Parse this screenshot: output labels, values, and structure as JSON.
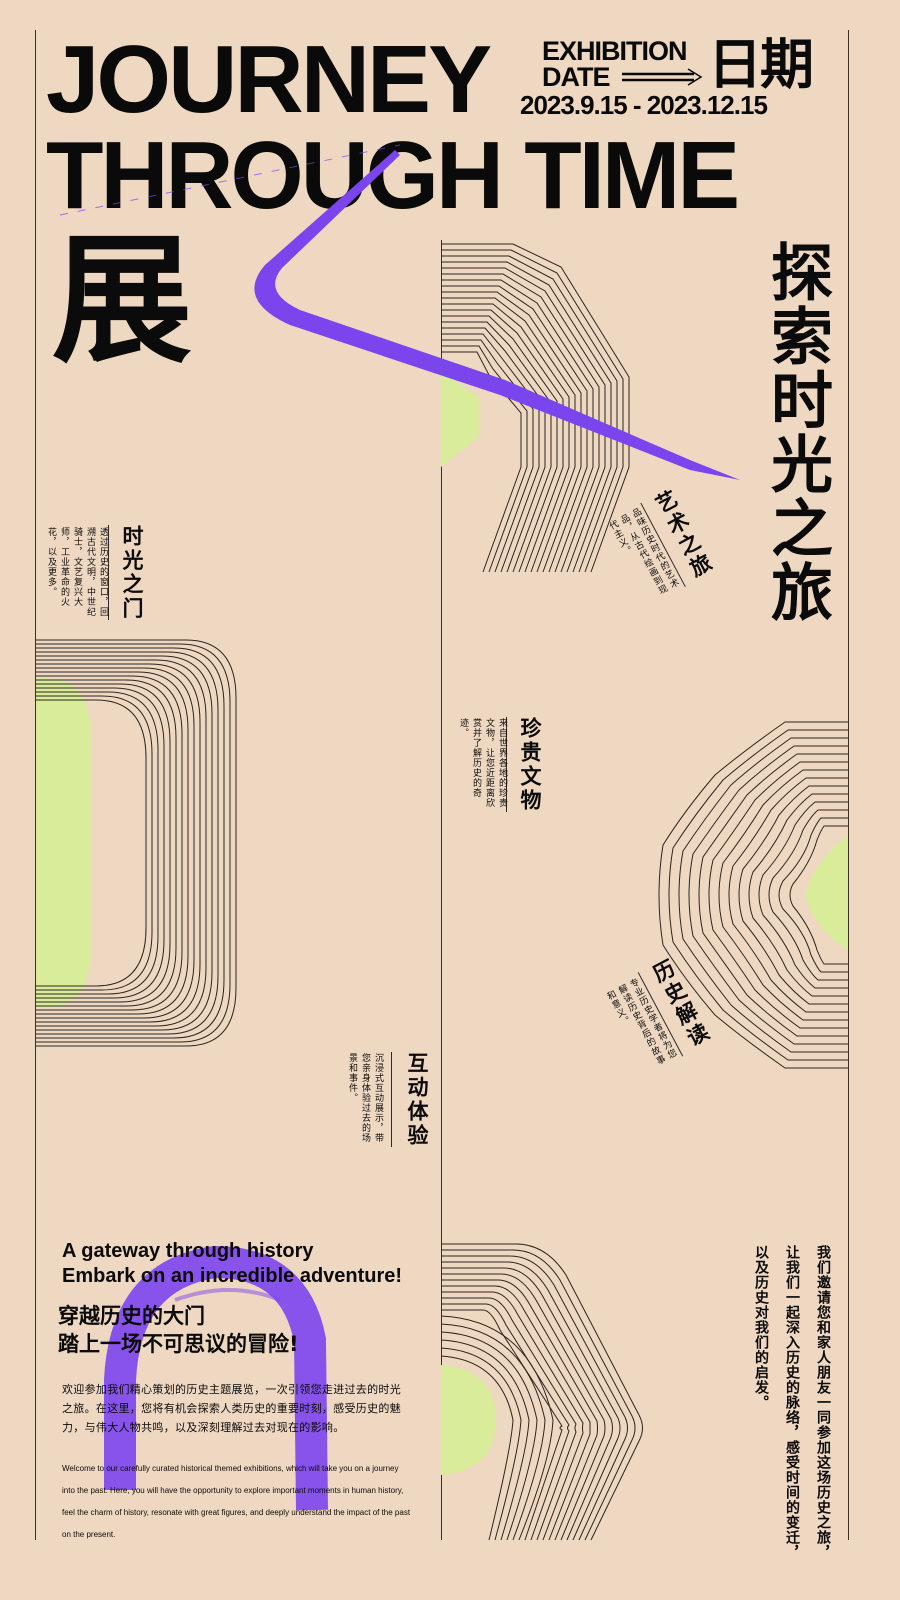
{
  "poster": {
    "title_line1": "JOURNEY",
    "title_line2": "THROUGH TIME",
    "exhibition_label_line1": "EXHIBITION",
    "exhibition_label_line2": "DATE",
    "date_cn": "日期",
    "date_range": "2023.9.15 - 2023.12.15",
    "big_char": "展",
    "vertical_headline": "探索时光之旅"
  },
  "sections": [
    {
      "title": "时光之门",
      "body": "透过历史的窗口，回溯古代文明，中世纪骑士，文艺复兴大师，工业革命的火花，以及更多。"
    },
    {
      "title": "艺术之旅",
      "body": "品味历史时代的艺术品，从古代绘画到现代主义。"
    },
    {
      "title": "珍贵文物",
      "body": "来自世界各地的珍贵文物，让您近距离欣赏并了解历史的奇迹。"
    },
    {
      "title": "历史解读",
      "body": "专业历史学者将为您解读历史背后的故事和意义。"
    },
    {
      "title": "互动体验",
      "body": "沉浸式互动展示，带您亲身体验过去的场景和事件。"
    }
  ],
  "bottom": {
    "en_line1": "A gateway through history",
    "en_line2": "Embark on an incredible adventure!",
    "cn_line1": "穿越历史的大门",
    "cn_line2": "踏上一场不可思议的冒险!",
    "cn_paragraph": "欢迎参加我们精心策划的历史主题展览，一次引领您走进过去的时光之旅。在这里，您将有机会探索人类历史的重要时刻，感受历史的魅力，与伟大人物共鸣，以及深刻理解过去对现在的影响。",
    "en_paragraph": "Welcome to our carefully curated historical themed exhibitions, which will take you on a journey into the past. Here, you will have the opportunity to explore important moments in human history, feel the charm of history, resonate with great figures, and deeply understand the impact of the past on the present.",
    "invite_col1": "我们邀请您和家人朋友一同参加这场历史之旅，",
    "invite_col2": "让我们一起深入历史的脉络，感受时间的变迁，",
    "invite_col3": "以及历史对我们的启发。"
  },
  "colors": {
    "background": "#efd8c2",
    "ink": "#0a0a0a",
    "accent_purple": "#7b45ee",
    "accent_green": "#d8ec9a"
  },
  "icons": [
    "double-arrow-right-icon"
  ]
}
